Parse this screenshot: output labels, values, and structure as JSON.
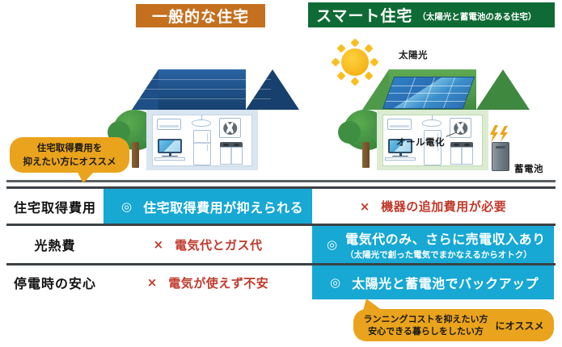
{
  "headers": {
    "left": "一般的な住宅",
    "right_main": "スマート住宅",
    "right_sub": "（太陽光と蓄電池のある住宅）",
    "left_bg": "#c4701f",
    "right_bg": "#0f6b35"
  },
  "illustration": {
    "labels": {
      "solar": "太陽光",
      "all_electric": "オール電化",
      "battery": "蓄電池"
    },
    "icons": {
      "sun": "sun-icon",
      "tree": "tree-icon",
      "air_conditioner": "air-conditioner-icon",
      "ceiling_lamp": "ceiling-lamp-icon",
      "ventilation_fan": "ventilation-fan-icon",
      "television": "television-icon",
      "refrigerator": "refrigerator-icon",
      "stove": "stove-icon",
      "solar_panel": "solar-panel-icon",
      "storage_battery": "storage-battery-icon",
      "lightning": "lightning-bolt-icon"
    }
  },
  "bubbles": {
    "left": {
      "line1": "住宅取得費用を",
      "line2": "抑えたい方にオススメ",
      "color": "#eaa31c"
    },
    "bottom": {
      "line1": "ランニングコストを抑えたい方",
      "line2": "安心できる暮らしをしたい方",
      "suffix": "にオススメ",
      "color": "#eaa31c"
    }
  },
  "table": {
    "highlight_color": "#17a8d4",
    "negative_color": "#c0392b",
    "rows": [
      {
        "label": "住宅取得費用",
        "conventional": {
          "mark": "◎",
          "text": "住宅取得費用が抑えられる",
          "highlight": true
        },
        "smart": {
          "mark": "×",
          "text": "機器の追加費用が必要",
          "highlight": false
        }
      },
      {
        "label": "光熱費",
        "conventional": {
          "mark": "×",
          "text": "電気代とガス代",
          "highlight": false
        },
        "smart": {
          "mark": "◎",
          "text": "電気代のみ、さらに売電収入あり",
          "sub": "（太陽光で創った電気でまかなえるからオトク）",
          "highlight": true
        }
      },
      {
        "label": "停電時の安心",
        "conventional": {
          "mark": "×",
          "text": "電気が使えず不安",
          "highlight": false
        },
        "smart": {
          "mark": "◎",
          "text": "太陽光と蓄電池でバックアップ",
          "highlight": true
        }
      }
    ]
  }
}
